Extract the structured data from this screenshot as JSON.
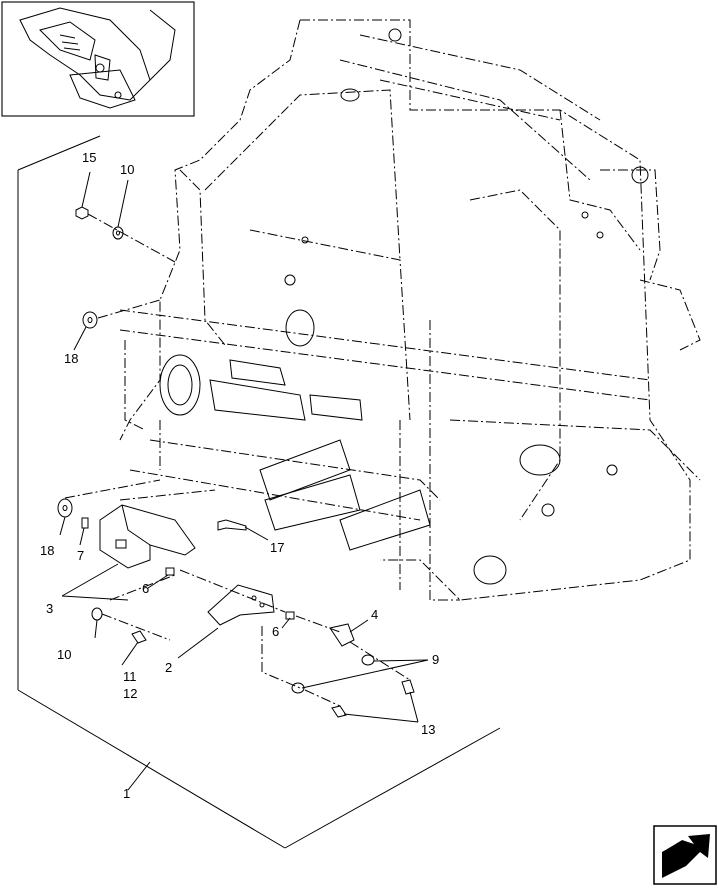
{
  "callouts": {
    "c1": "1",
    "c2": "2",
    "c3": "3",
    "c4": "4",
    "c6a": "6",
    "c6b": "6",
    "c7": "7",
    "c9": "9",
    "c10a": "10",
    "c10b": "10",
    "c11": "11",
    "c12": "12",
    "c13": "13",
    "c15": "15",
    "c17": "17",
    "c18a": "18",
    "c18b": "18"
  },
  "icons": {
    "inset": "machine-location-inset",
    "nav": "next-page-arrow-icon"
  }
}
